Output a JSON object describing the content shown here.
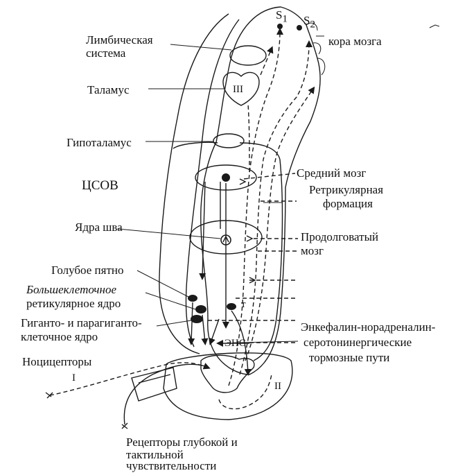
{
  "labels": {
    "s1": "S",
    "s1_sub": "1",
    "s2": "S",
    "s2_sub": "2",
    "cortex": "кора мозга",
    "limbic_1": "Лимбическая",
    "limbic_2": "система",
    "thalamus": "Таламус",
    "thalamus_num": "III",
    "hypothalamus": "Гипоталамус",
    "csov": "ЦСОВ",
    "midbrain": "Средний мозг",
    "reticular_1": "Ретрикулярная",
    "reticular_2": "формация",
    "raphe": "Ядра шва",
    "medulla_1": "Продолговатый",
    "medulla_2": "мозг",
    "locus": "Голубое пятно",
    "magnocell_1": "Большеклеточное",
    "magnocell_2": "ретикулярное ядро",
    "giganto_1": "Гиганто- и парагиганто-",
    "giganto_2": "клеточное ядро",
    "enk_1": "Энкефалин-норадреналин-",
    "enk_2": "серотонинергические",
    "enk_3": "тормозные пути",
    "ens": "ЭНС",
    "nociceptors": "Ноцицепторы",
    "path_1": "I",
    "path_2": "II",
    "t_mark": "т",
    "deep_1": "Рецепторы глубокой и",
    "deep_2": "тактильной",
    "deep_3": "чувствительности"
  },
  "colors": {
    "ink": "#1a1a1a",
    "paper": "#ffffff"
  }
}
